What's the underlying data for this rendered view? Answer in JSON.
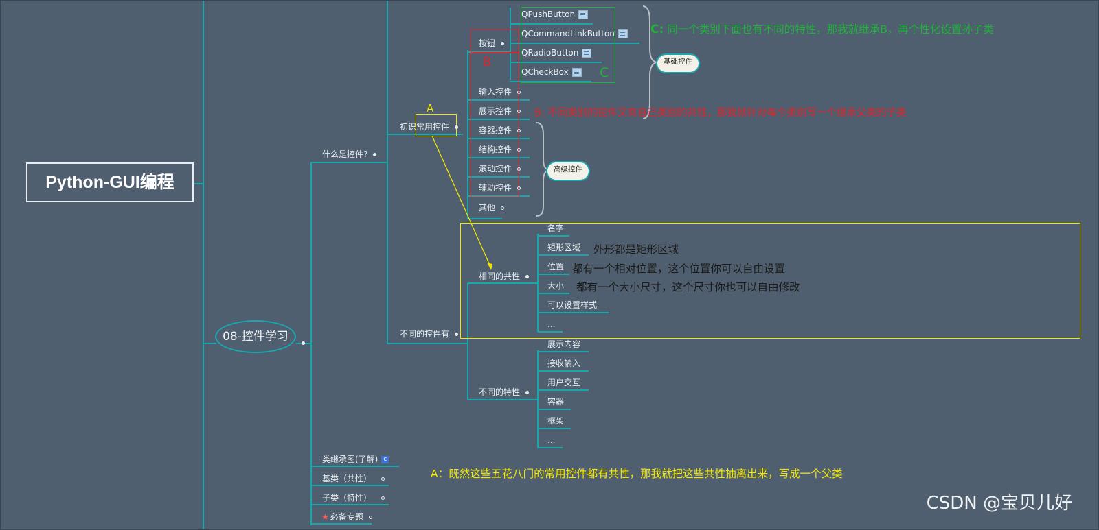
{
  "root": {
    "title": "Python-GUI编程"
  },
  "topic": {
    "label": "08-控件学习"
  },
  "what_is": {
    "label": "什么是控件?"
  },
  "common": {
    "label": "初识常用控件"
  },
  "categories": [
    {
      "label": "按钮"
    },
    {
      "label": "输入控件"
    },
    {
      "label": "展示控件"
    },
    {
      "label": "容器控件"
    },
    {
      "label": "结构控件"
    },
    {
      "label": "滚动控件"
    },
    {
      "label": "辅助控件"
    },
    {
      "label": "其他"
    }
  ],
  "buttons": [
    {
      "label": "QPushButton"
    },
    {
      "label": "QCommandLinkButton"
    },
    {
      "label": "QRadioButton"
    },
    {
      "label": "QCheckBox"
    }
  ],
  "basic_pill": {
    "label": "基础控件"
  },
  "advanced_pill": {
    "label": "高级控件"
  },
  "different_controls": {
    "label": "不同的控件有"
  },
  "same": {
    "label": "相同的共性",
    "items": [
      {
        "label": "名字"
      },
      {
        "label": "矩形区域"
      },
      {
        "label": "位置"
      },
      {
        "label": "大小"
      },
      {
        "label": "可以设置样式"
      },
      {
        "label": "..."
      }
    ],
    "notes": {
      "rect": "外形都是矩形区域",
      "pos": "都有一个相对位置，这个位置你可以自由设置",
      "size": "都有一个大小尺寸，这个尺寸你也可以自由修改"
    }
  },
  "diff": {
    "label": "不同的特性",
    "items": [
      {
        "label": "展示内容"
      },
      {
        "label": "接收输入"
      },
      {
        "label": "用户交互"
      },
      {
        "label": "容器"
      },
      {
        "label": "框架"
      },
      {
        "label": "..."
      }
    ]
  },
  "bottom": [
    {
      "label": "类继承图(了解)"
    },
    {
      "label": "基类（共性）"
    },
    {
      "label": "子类（特性）"
    },
    {
      "label": "必备专题"
    }
  ],
  "annotations": {
    "a_letter": "A",
    "b_letter": "B",
    "c_letter": "C",
    "a_text": "A：既然这些五花八门的常用控件都有共性，那我就把这些共性抽离出来，写成一个父类",
    "b_text": "B: 不同类别的控件又有自己类别的共性，那我就针对每个类别写一个继承父类的子类",
    "c_prefix": "C:",
    "c_text": "同一个类别下面也有不同的特性，那我就继承B，再个性化设置孙子类"
  },
  "colors": {
    "background": "#4f5f6f",
    "branch": "#1aa6ad",
    "yellow": "#f2e600",
    "red": "#e0242b",
    "green": "#1fb33a"
  },
  "watermark": "CSDN @宝贝儿好"
}
